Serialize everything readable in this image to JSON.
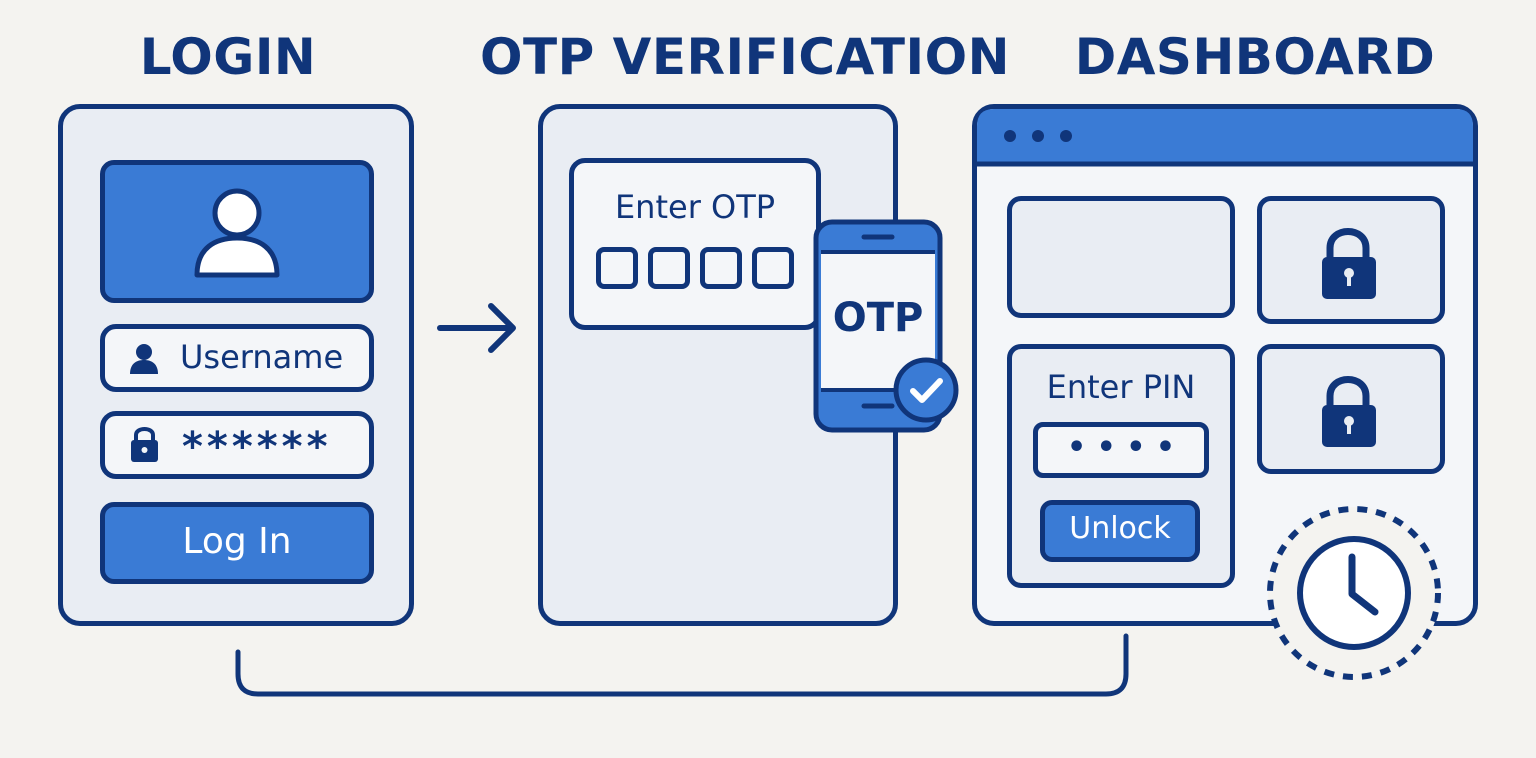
{
  "headings": {
    "login": "LOGIN",
    "otp": "OTP VERIFICATION",
    "dashboard": "DASHBOARD"
  },
  "login": {
    "username_label": "Username",
    "password_mask": "******",
    "button_label": "Log In"
  },
  "otp": {
    "prompt": "Enter OTP",
    "cell_count": 4,
    "phone_label": "OTP"
  },
  "dashboard": {
    "pin_prompt": "Enter PIN",
    "pin_mask": "• • • •",
    "unlock_label": "Unlock"
  },
  "colors": {
    "navy": "#10357a",
    "blue": "#3a7bd5",
    "panel": "#e9edf3",
    "background": "#f4f3f0"
  },
  "icons": [
    "user-icon",
    "lock-icon",
    "arrow-right-icon",
    "phone-icon",
    "check-badge-icon",
    "window-dots-icon",
    "clock-icon",
    "loop-connector"
  ]
}
